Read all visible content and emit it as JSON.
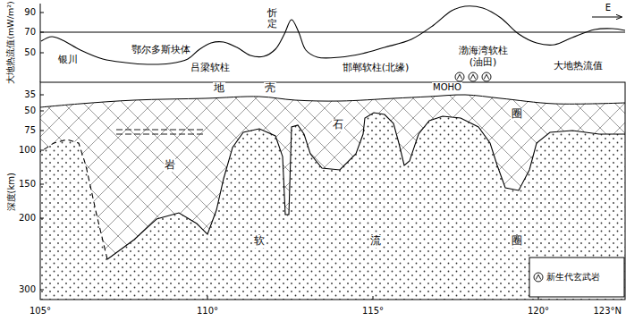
{
  "diagram": {
    "labels": [
      "大地热流值(mW/m²)",
      "90",
      "70",
      "50",
      "E",
      "银川",
      "鄂尔多斯块体",
      "忻定",
      "吕梁软柱",
      "邯郸软柱(北缘)",
      "渤海湾软柱 (油田)",
      "大地热流值",
      "35",
      "地",
      "壳",
      "MOHO",
      "圈",
      "50",
      "75",
      "石",
      "100",
      "岩",
      "深度(km)",
      "150",
      "200",
      "软",
      "流",
      "圈",
      "300",
      "105°",
      "110°",
      "115°",
      "120°",
      "123°N"
    ],
    "legend": [
      {
        "text": "新生代玄武岩"
      }
    ]
  }
}
